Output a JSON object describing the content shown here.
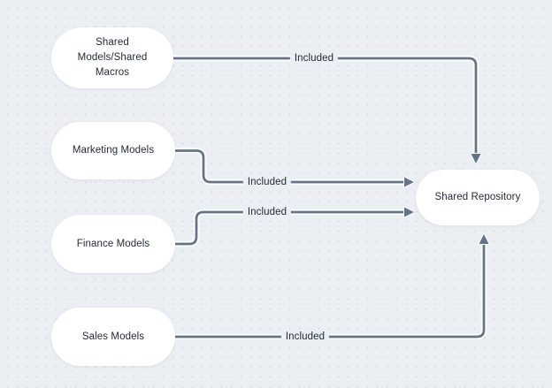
{
  "diagram": {
    "nodes": [
      {
        "id": "shared-models-macros",
        "label": "Shared\nModels/Shared\nMacros"
      },
      {
        "id": "marketing-models",
        "label": "Marketing Models"
      },
      {
        "id": "finance-models",
        "label": "Finance Models"
      },
      {
        "id": "sales-models",
        "label": "Sales Models"
      },
      {
        "id": "shared-repository",
        "label": "Shared Repository"
      }
    ],
    "edges": [
      {
        "from": "shared-models-macros",
        "to": "shared-repository",
        "label": "Included"
      },
      {
        "from": "marketing-models",
        "to": "shared-repository",
        "label": "Included"
      },
      {
        "from": "finance-models",
        "to": "shared-repository",
        "label": "Included"
      },
      {
        "from": "sales-models",
        "to": "shared-repository",
        "label": "Included"
      }
    ]
  },
  "colors": {
    "canvas_bg": "#ebeef2",
    "dot": "#d7dce2",
    "node_bg": "#ffffff",
    "edge": "#64748b",
    "text": "#1f2937"
  }
}
